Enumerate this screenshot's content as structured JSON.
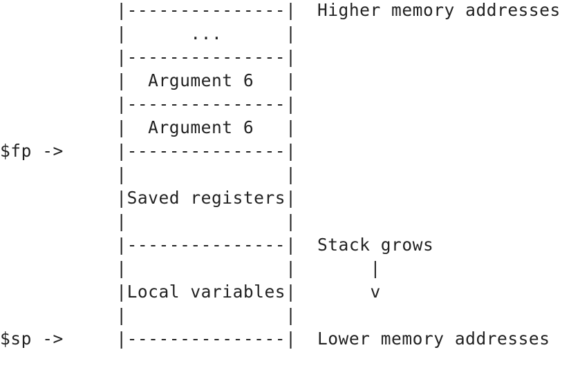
{
  "diagram": {
    "lines": [
      "           |---------------|  Higher memory addresses",
      "           |      ...      |",
      "           |---------------|",
      "           |  Argument 6   |",
      "           |---------------|",
      "           |  Argument 6   |",
      "$fp ->     |---------------|",
      "           |               |",
      "           |Saved registers|",
      "           |               |",
      "           |---------------|  Stack grows",
      "           |               |       |",
      "           |Local variables|       v",
      "           |               |",
      "$sp ->     |---------------|  Lower memory addresses"
    ]
  }
}
